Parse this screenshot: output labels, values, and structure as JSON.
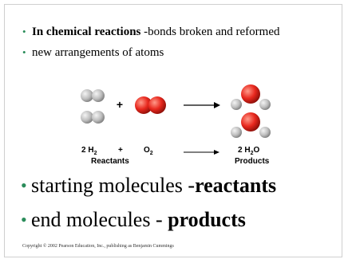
{
  "slide": {
    "bullets_small": [
      {
        "bold": "In chemical reactions",
        "rest": " -bonds broken and reformed"
      },
      {
        "bold": "",
        "rest": "new arrangements of atoms"
      }
    ],
    "equation": {
      "plus_top": "+",
      "lhs_h2": "2 H",
      "lhs_h2_sub": "2",
      "plus": "+",
      "o2": "O",
      "o2_sub": "2",
      "rhs_h2o": "2 H",
      "rhs_h2o_sub": "2",
      "rhs_h2o_tail": "O",
      "reactants_label": "Reactants",
      "products_label": "Products"
    },
    "bullets_big": [
      {
        "plain": "starting molecules -",
        "bold": "reactants"
      },
      {
        "plain": "end molecules - ",
        "bold": "products"
      }
    ],
    "bullet_glyph": "•",
    "copyright": "Copyright © 2002 Pearson Education, Inc., publishing as Benjamin Cummings",
    "colors": {
      "accent_bullet": "#2a8c5a",
      "oxygen": "#e8281e",
      "hydrogen": "#b8b8b8"
    }
  }
}
